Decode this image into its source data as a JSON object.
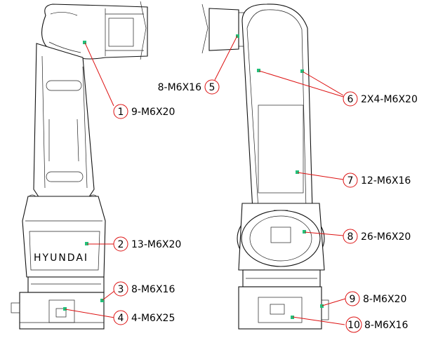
{
  "colors": {
    "leader": "#dd1111",
    "point": "#22c07a",
    "outline": "#111111"
  },
  "brand_label": "HYUNDAI",
  "callouts": [
    {
      "id": "1",
      "spec": "9-M6X20"
    },
    {
      "id": "2",
      "spec": "13-M6X20"
    },
    {
      "id": "3",
      "spec": "8-M6X16"
    },
    {
      "id": "4",
      "spec": "4-M6X25"
    },
    {
      "id": "5",
      "spec": "8-M6X16"
    },
    {
      "id": "6",
      "spec": "2X4-M6X20"
    },
    {
      "id": "7",
      "spec": "12-M6X16"
    },
    {
      "id": "8",
      "spec": "26-M6X20"
    },
    {
      "id": "9",
      "spec": "8-M6X20"
    },
    {
      "id": "10",
      "spec": "8-M6X16"
    }
  ]
}
